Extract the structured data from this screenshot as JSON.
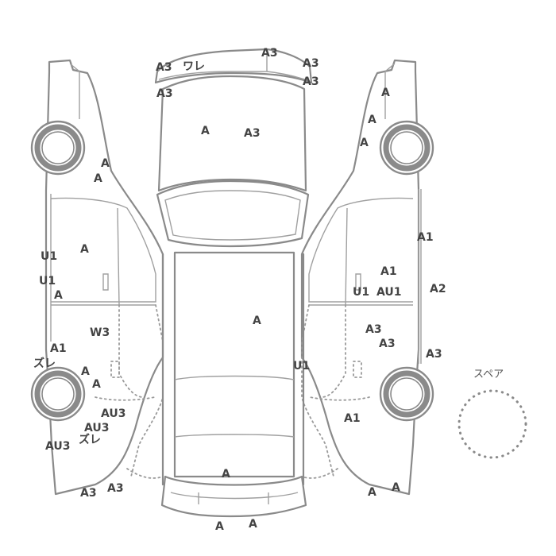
{
  "diagram": {
    "marks": {
      "bumper_front_1": "A3",
      "bumper_front_2": "ワレ",
      "bumper_front_3": "A3",
      "bumper_front_4": "A3",
      "bumper_front_5": "A3",
      "bumper_front_6": "A3",
      "hood_1": "A",
      "hood_2": "A3",
      "roof_1": "A",
      "rear_1": "A",
      "rear_bumper_1": "A",
      "rear_bumper_2": "A",
      "left_fender_1": "A",
      "left_fender_2": "A",
      "left_door_1": "U1",
      "left_door_2": "A",
      "left_door_3": "U1",
      "left_door_4": "A",
      "left_door_5": "W3",
      "left_rear_1": "A1",
      "left_rear_2": "ズレ",
      "left_rear_3": "A",
      "left_rear_4": "A",
      "left_rear_5": "AU3",
      "left_rear_6": "AU3",
      "left_rear_7": "ズレ",
      "left_rear_8": "AU3",
      "left_rear_9": "A3",
      "left_rear_10": "A3",
      "right_fender_1": "A",
      "right_fender_2": "A",
      "right_fender_3": "A",
      "right_side_1": "A1",
      "right_door_1": "A1",
      "right_door_2": "U1",
      "right_door_3": "AU1",
      "right_side_2": "A2",
      "right_door_4": "A3",
      "right_door_5": "A3",
      "right_side_3": "A3",
      "right_sill_1": "U1",
      "right_rear_1": "A1",
      "right_rear_2": "A",
      "right_rear_3": "A"
    },
    "spare_label": "スペア"
  }
}
